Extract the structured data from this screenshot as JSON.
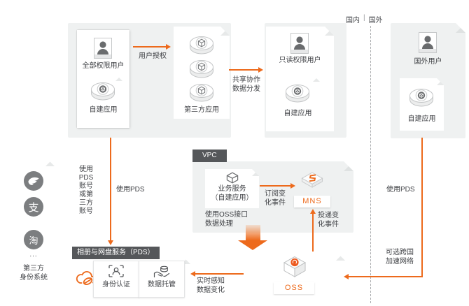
{
  "colors": {
    "orange": "#ED6A1C",
    "gray_box": "#EFF1F1",
    "dark_tag": "#55575A"
  },
  "regions": {
    "domestic": "国内",
    "separator": "|",
    "overseas": "国外"
  },
  "boxA": {
    "full_user": "全部权限用户",
    "self_app": "自建应用",
    "third_app": "第三方应用",
    "user_auth": "用户授权"
  },
  "share": {
    "line1": "共享协作",
    "line2": "数据分发"
  },
  "boxB": {
    "readonly_user": "只读权限用户",
    "self_app": "自建应用"
  },
  "boxC": {
    "overseas_user": "国外用户",
    "self_app": "自建应用"
  },
  "identity": {
    "alipay": "支",
    "taobao": "淘",
    "more": "...",
    "name1": "第三方",
    "name2": "身份系统"
  },
  "leftflow": {
    "v1": "使用",
    "v2": "PDS",
    "v3": "账号",
    "v4": "或第",
    "v5": "三方",
    "v6": "账号",
    "use_pds": "使用PDS"
  },
  "vpc": {
    "tag": "VPC",
    "svc1": "业务服务",
    "svc2": "（自建应用）",
    "sub1": "订阅变",
    "sub2": "化事件",
    "mns": "MNS",
    "deliver1": "投递变",
    "deliver2": "化事件",
    "ossapi1": "使用OSS接口",
    "ossapi2": "数据处理"
  },
  "oss": {
    "tag": "OSS",
    "realtime1": "实时感知",
    "realtime2": "数据变化"
  },
  "pds": {
    "tag": "相册与网盘服务（PDS）",
    "auth": "身份认证",
    "hosting": "数据托管"
  },
  "rightflow": {
    "use_pds": "使用PDS",
    "accel1": "可选跨国",
    "accel2": "加速网络"
  }
}
